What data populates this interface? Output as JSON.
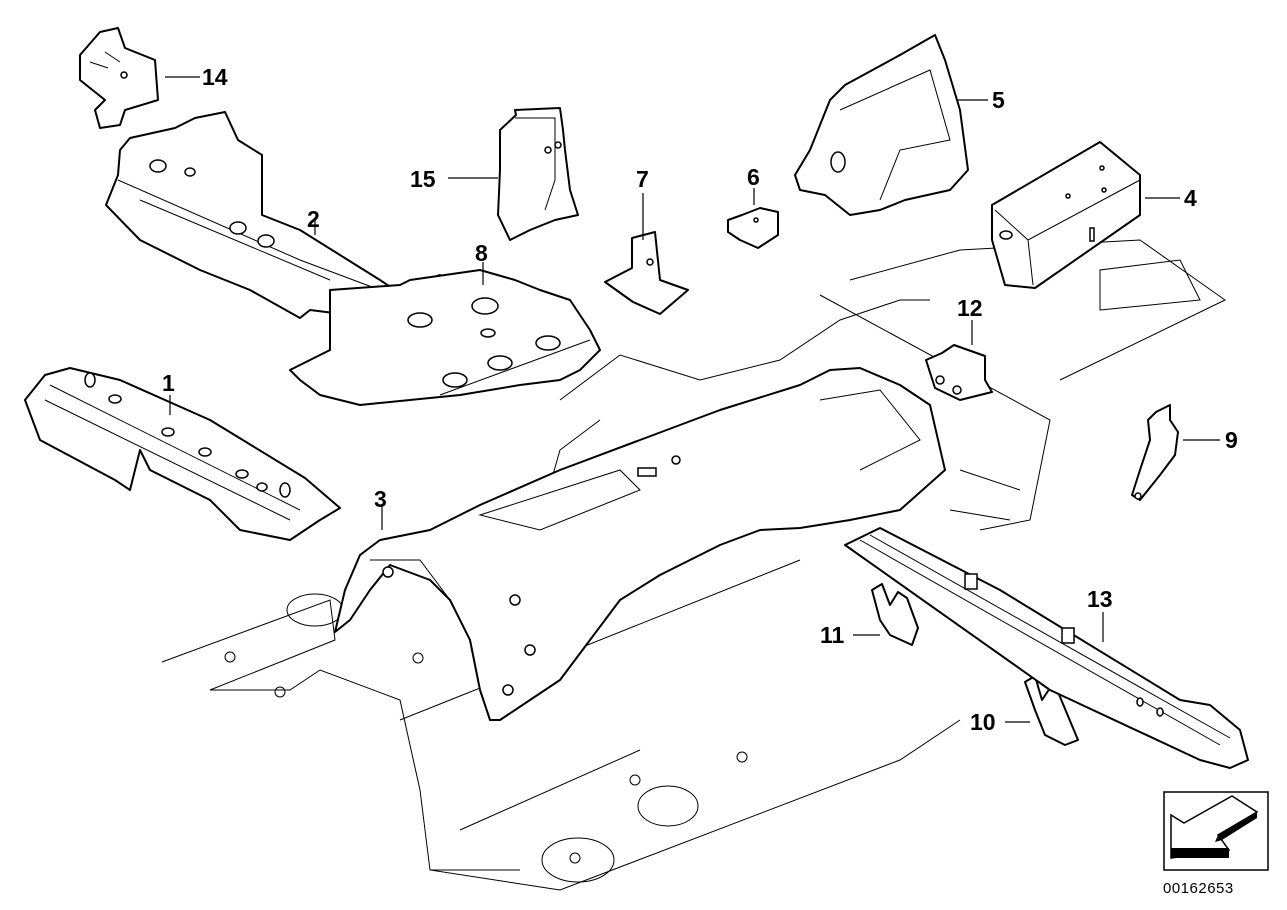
{
  "diagram": {
    "type": "exploded parts diagram",
    "subject": "Floor panel / underbody structural parts",
    "reference_number": "00162653",
    "orientation_icon": "direction-arrow-icon",
    "callouts": [
      {
        "id": "1",
        "label": "1"
      },
      {
        "id": "2",
        "label": "2"
      },
      {
        "id": "3",
        "label": "3"
      },
      {
        "id": "4",
        "label": "4"
      },
      {
        "id": "5",
        "label": "5"
      },
      {
        "id": "6",
        "label": "6"
      },
      {
        "id": "7",
        "label": "7"
      },
      {
        "id": "8",
        "label": "8"
      },
      {
        "id": "9",
        "label": "9"
      },
      {
        "id": "10",
        "label": "10"
      },
      {
        "id": "11",
        "label": "11"
      },
      {
        "id": "12",
        "label": "12"
      },
      {
        "id": "13",
        "label": "13"
      },
      {
        "id": "14",
        "label": "14"
      },
      {
        "id": "15",
        "label": "15"
      }
    ]
  }
}
